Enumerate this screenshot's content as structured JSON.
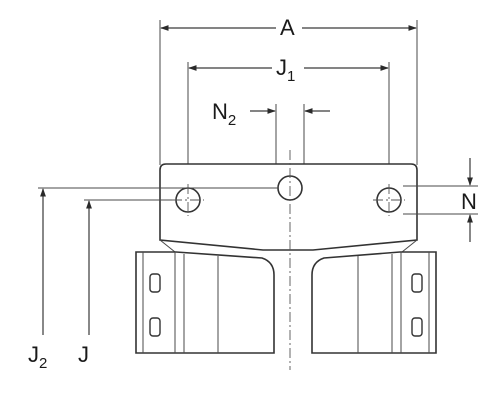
{
  "diagram": {
    "dimensions": {
      "A": "A",
      "J1": {
        "base": "J",
        "sub": "1"
      },
      "N2": {
        "base": "N",
        "sub": "2"
      },
      "N": "N",
      "J2": {
        "base": "J",
        "sub": "2"
      },
      "J": "J"
    }
  }
}
